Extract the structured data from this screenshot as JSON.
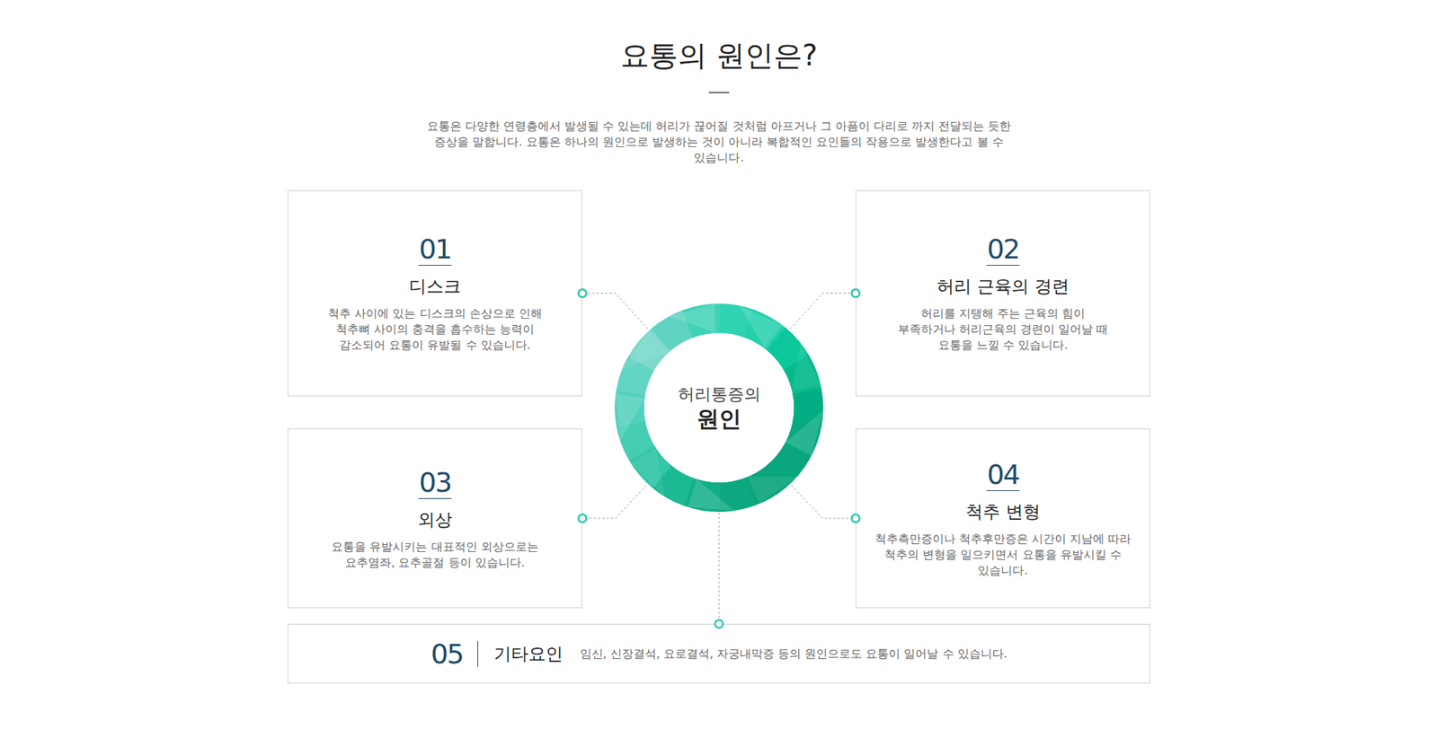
{
  "diagram": {
    "title": "요통의 원인은?",
    "nodes": [
      {
        "text": [
          "01",
          "디스크",
          "척추 사이에 있는 디스크의 손상으로 인해 척추뼈 사이의 충격을 흡수하는 능력이 감소되어 요통이 유발될 수 있습니다."
        ]
      },
      {
        "text": [
          "02",
          "허리 근육의 경련",
          "허리를 지탱해 주는 근육의 힘이 부족하거나 허리근육의 경련이 일어날 때 요통을 느낄 수 있습니다."
        ]
      },
      {
        "text": [
          "허리통증의",
          "원인"
        ]
      },
      {
        "text": [
          "03",
          "외상",
          "요통을 유발시키는 대표적인 외상으로는 요추염좌, 요추골절 등이 있습니다."
        ]
      },
      {
        "text": [
          "04",
          "척추 변형",
          "척추측만증이나 척추후만증은 시간이 지남에 따라 척추의 변형을 일으키면서 요통을 유발시킬 수 있습니다."
        ]
      },
      {
        "text": [
          "05",
          "기타요인",
          "임신, 신장결석, 요로결석, 자궁내막증 등의 원인으로도 요통이 일어날 수 있습니다."
        ]
      }
    ],
    "edges": [
      {
        "from": 2,
        "to": 0,
        "arrow": "none"
      },
      {
        "from": 2,
        "to": 1,
        "arrow": "none"
      },
      {
        "from": 2,
        "to": 3,
        "arrow": "none"
      },
      {
        "from": 2,
        "to": 4,
        "arrow": "none"
      },
      {
        "from": 2,
        "to": 5,
        "arrow": "none"
      }
    ],
    "labels": [
      "요통은 다양한 연령층에서 발생될 수 있는데 허리가 끊어질 것처럼 아프거나 그 아픔이 다리로 까지 전달되는 듯한 증상을 말합니다. 요통은 하나의 원인으로 발생하는 것이 아니라 복합적인 요인들의 작용으로 발생한다고 볼 수 있습니다."
    ]
  }
}
